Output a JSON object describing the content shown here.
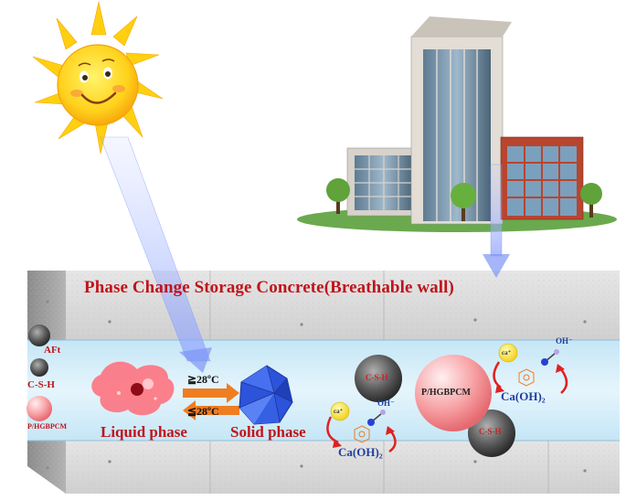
{
  "title": "Phase Change Storage Concrete(Breathable wall)",
  "sidebar": {
    "aft": "AFt",
    "csh": "C-S-H",
    "pcm": "P/HGBPCM"
  },
  "transition": {
    "liquid_label": "Liquid phase",
    "solid_label": "Solid phase",
    "heat_temp": "≧28ºC",
    "cool_temp": "≦28ºC"
  },
  "hydration_left": {
    "cation": "ca⁺",
    "anion": "OH⁻",
    "product": "Ca(OH)₂",
    "particle": "C-S-H"
  },
  "hydration_right": {
    "pcm": "P/HGBPCM",
    "cation": "ca⁺",
    "anion": "OH⁻",
    "product": "Ca(OH)₂",
    "particle": "C-S-H"
  },
  "colors": {
    "label_red": "#c0141b",
    "ion_blue": "#1f3f9e",
    "channel": "#d6eef8",
    "concrete": "#cfcfcf",
    "arrow_orange": "#ef7d22"
  }
}
